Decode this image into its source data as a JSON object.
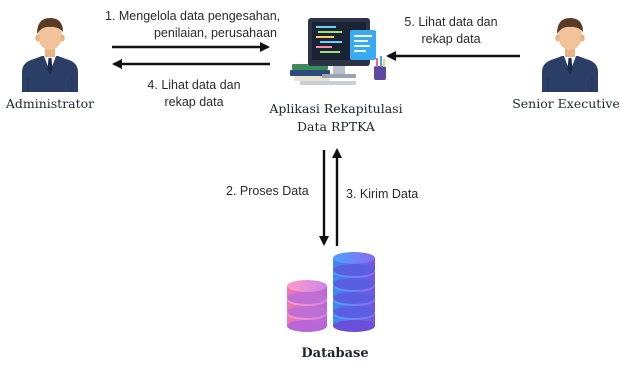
{
  "actors": {
    "administrator": "Administrator",
    "senior_executive": "Senior Executive"
  },
  "system": {
    "line1": "Aplikasi Rekapitulasi",
    "line2": "Data RPTKA"
  },
  "database": "Database",
  "flows": {
    "f1_line1": "1. Mengelola data pengesahan,",
    "f1_line2": "penilaian, perusahaan",
    "f4_line1": "4. Lihat data dan",
    "f4_line2": "rekap data",
    "f5_line1": "5. Lihat data dan",
    "f5_line2": "rekap data",
    "f2": "2. Proses Data",
    "f3": "3. Kirim Data"
  },
  "colors": {
    "suit": "#2b3f66",
    "skin": "#f2c39a",
    "hair": "#5a3a22",
    "db_left": "#f06292",
    "db_right": "#2a6de0",
    "arrow": "#111111"
  },
  "icons": [
    "administrator-icon",
    "computer-icon",
    "senior-executive-icon",
    "database-icon"
  ]
}
